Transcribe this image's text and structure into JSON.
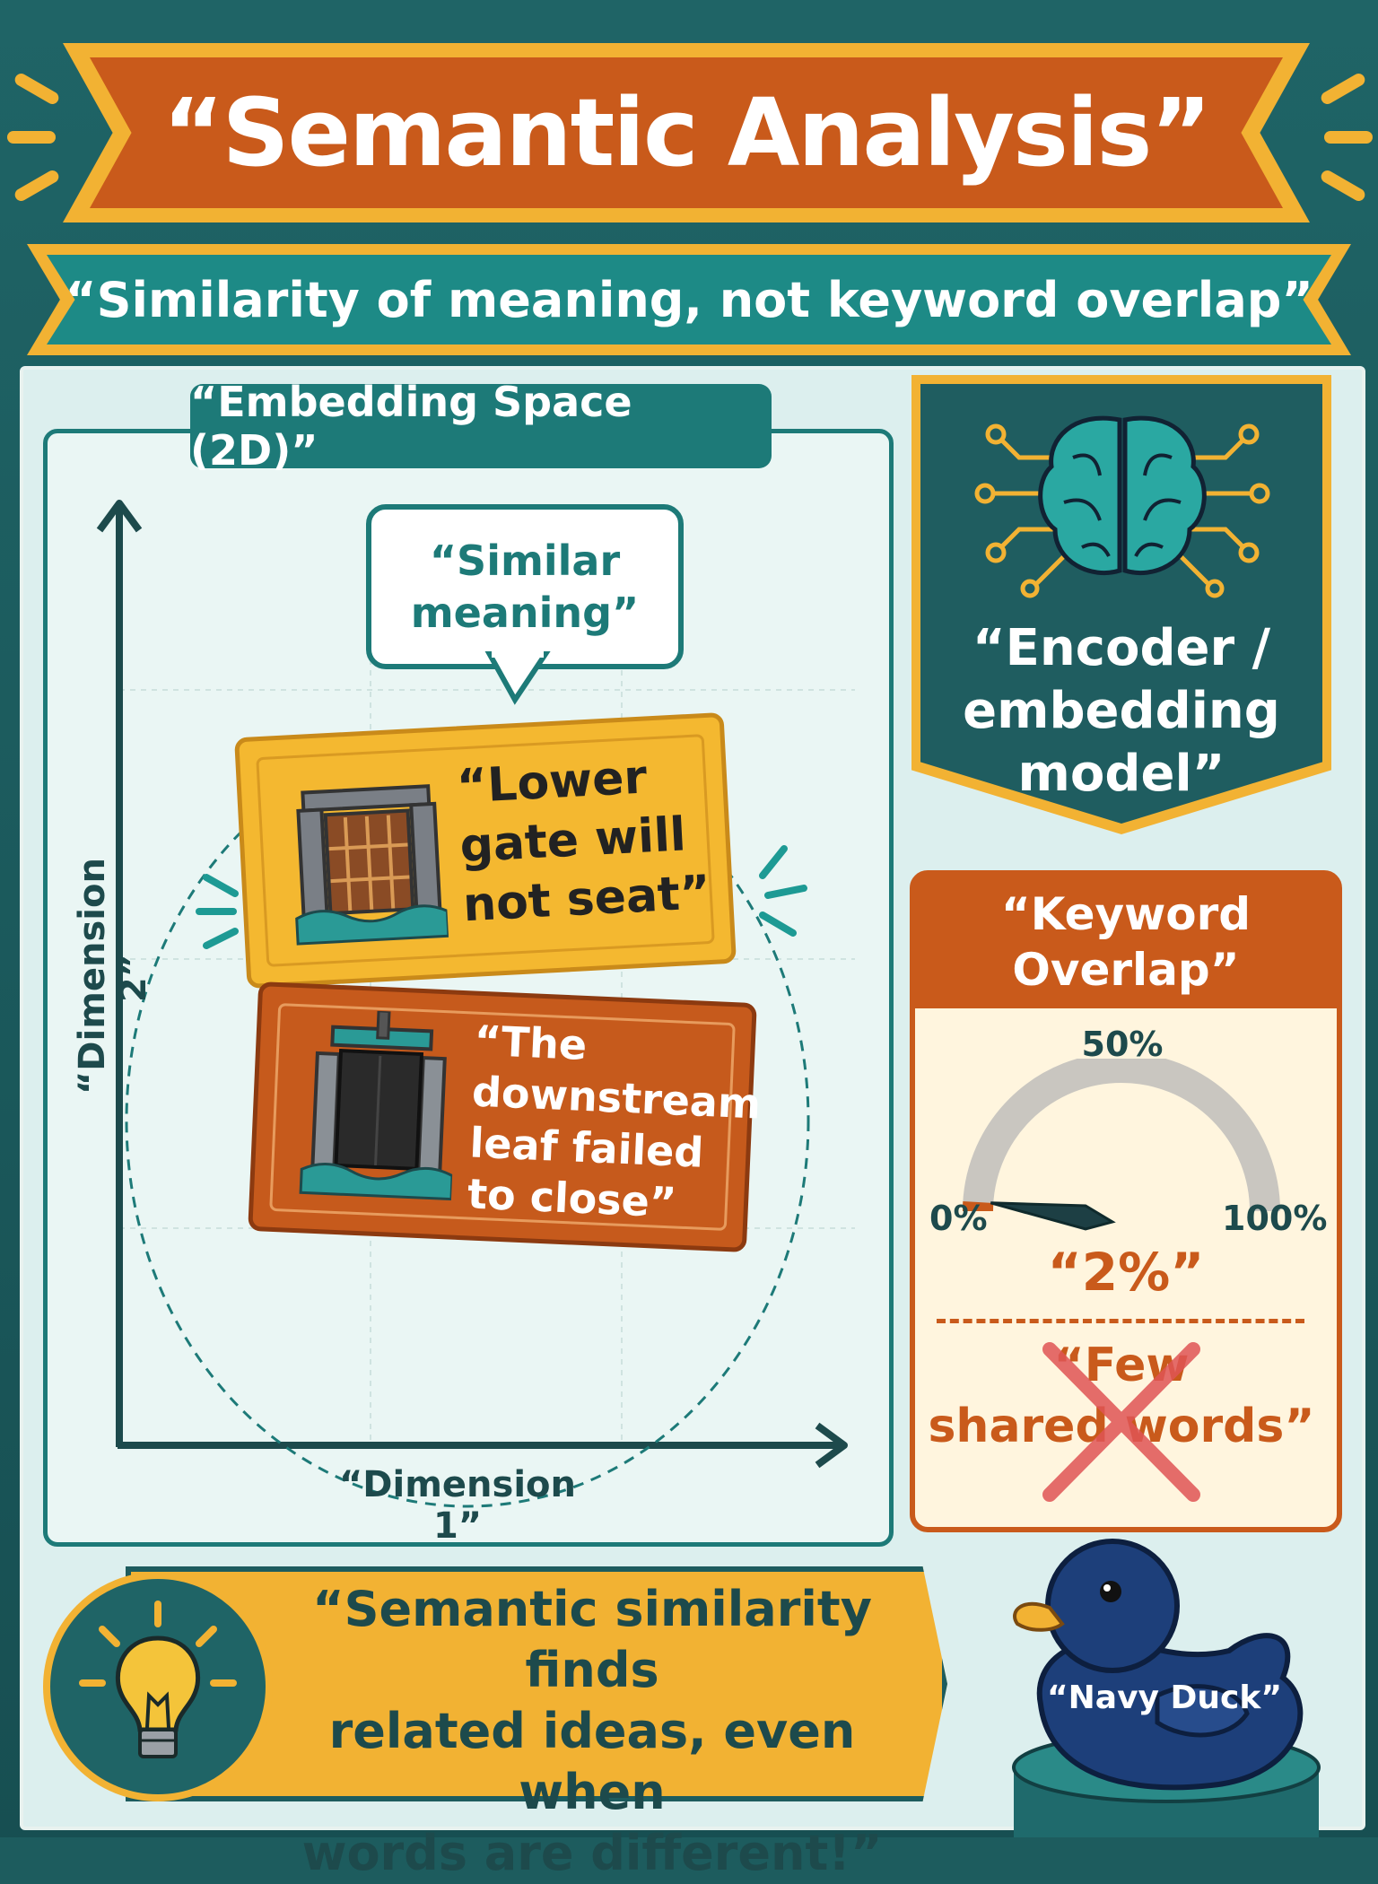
{
  "title": "“Semantic Analysis”",
  "subtitle": "“Similarity of meaning, not keyword overlap”",
  "embedding": {
    "title": "“Embedding Space (2D)”",
    "x_label": "“Dimension 1”",
    "y_label": "“Dimension 2”",
    "callout_line1": "“Similar",
    "callout_line2": "meaning”",
    "ticket1_lines": [
      "“Lower",
      "gate will",
      "not seat”"
    ],
    "ticket2_lines": [
      "“The",
      "downstream",
      "leaf failed",
      "to close”"
    ]
  },
  "encoder": {
    "lines": [
      "“Encoder /",
      "embedding",
      "model”"
    ]
  },
  "keyword": {
    "title_line1": "“Keyword",
    "title_line2": "Overlap”",
    "gauge_min_label": "0%",
    "gauge_mid_label": "50%",
    "gauge_max_label": "100%",
    "value_label": "“2%”",
    "value_fraction": 0.02,
    "crossed_line1": "“Few",
    "crossed_line2": "shared words”"
  },
  "tip": {
    "lines": [
      "“Semantic similarity finds",
      "related ideas, even when",
      "words are different!”"
    ]
  },
  "mascot": {
    "label": "“Navy Duck”"
  },
  "colors": {
    "teal_dark": "#1f6466",
    "teal": "#1d7a78",
    "orange": "#c95a1b",
    "yellow": "#f2b233",
    "navy": "#1d3f7a",
    "cross_red": "#e05555"
  }
}
